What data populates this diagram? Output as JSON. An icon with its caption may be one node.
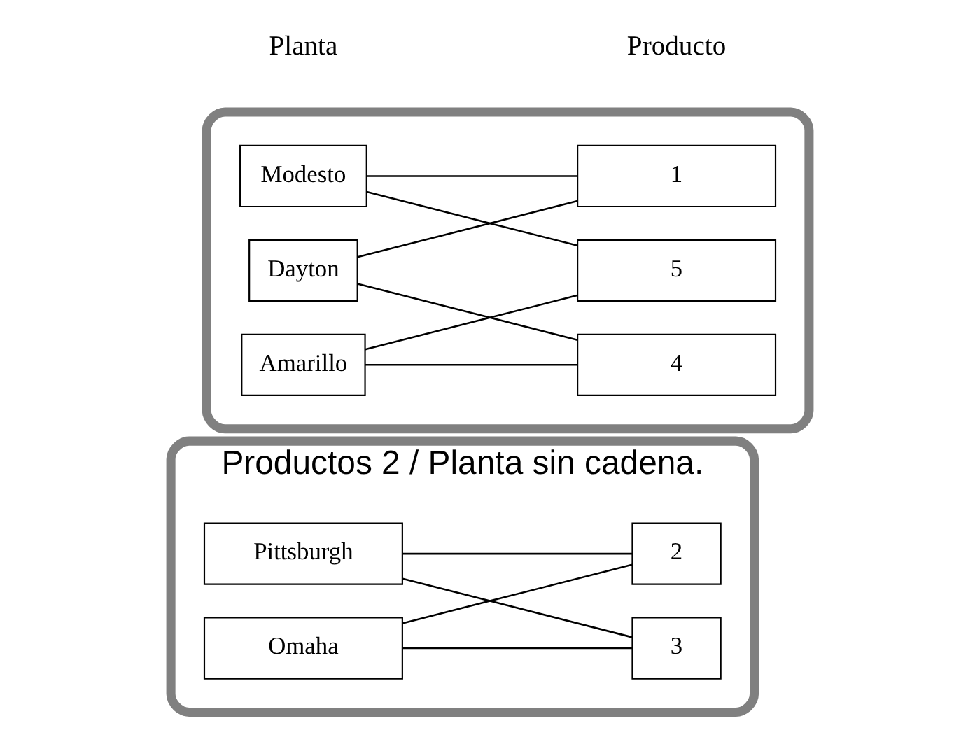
{
  "diagram": {
    "nodes": [
      {
        "text": [
          "Productos 2 / Planta sin cadena."
        ]
      },
      {
        "text": [
          "Pittsburgh"
        ],
        "in": 0
      },
      {
        "text": [
          "3"
        ],
        "in": 0
      },
      {
        "text": [
          "Omaha"
        ],
        "in": 0
      },
      {
        "text": [
          "2"
        ],
        "in": 0
      },
      {
        "text": [],
        "shape": "ellipse"
      },
      {
        "text": [
          "Modesto"
        ],
        "in": 5
      },
      {
        "text": [
          "5"
        ],
        "in": 5
      },
      {
        "text": [
          "Dayton"
        ],
        "in": 5
      },
      {
        "text": [
          "1"
        ],
        "in": 5
      },
      {
        "text": [
          "Amarillo"
        ],
        "in": 5
      },
      {
        "text": [
          "4"
        ],
        "in": 5
      }
    ],
    "edges": [
      {
        "from": 1,
        "to": 2,
        "arrow": "none"
      },
      {
        "from": 1,
        "to": 4,
        "arrow": "none"
      },
      {
        "from": 3,
        "to": 2,
        "arrow": "none"
      },
      {
        "from": 3,
        "to": 4,
        "arrow": "none"
      },
      {
        "from": 6,
        "to": 7,
        "arrow": "none"
      },
      {
        "from": 6,
        "to": 9,
        "arrow": "none"
      },
      {
        "from": 8,
        "to": 9,
        "arrow": "none"
      },
      {
        "from": 8,
        "to": 11,
        "arrow": "none"
      },
      {
        "from": 10,
        "to": 7,
        "arrow": "none"
      },
      {
        "from": 10,
        "to": 11,
        "arrow": "none"
      }
    ],
    "labels": [
      "Planta",
      "Producto"
    ]
  }
}
